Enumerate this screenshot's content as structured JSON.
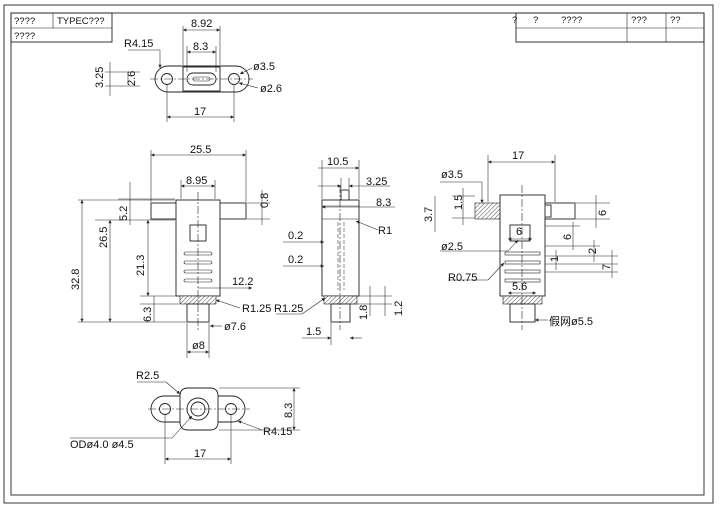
{
  "title_block": {
    "left_row1_col1": "????",
    "left_row1_col2": "TYPEC???",
    "left_row2_col1": "????",
    "right_cell1": "?",
    "right_cell2": "?",
    "right_cell3": "????",
    "right_cell4": "???",
    "right_cell5": "??"
  },
  "top_view": {
    "width_892": "8.92",
    "width_83": "8.3",
    "radius": "R4.15",
    "height_325": "3.25",
    "height_26": "2.6",
    "hole_35": "ø3.5",
    "hole_26": "ø2.6",
    "pitch_17": "17"
  },
  "front_view": {
    "width_255": "25.5",
    "width_895": "8.95",
    "flange_08": "0.8",
    "dim_52": "5.2",
    "dim_265": "26.5",
    "dim_328": "32.8",
    "dim_213": "21.3",
    "dim_63": "6.3",
    "dim_122": "12.2",
    "radius_125": "R1.25",
    "dia_76": "ø7.6",
    "dia_8": "ø8"
  },
  "side_view": {
    "dim_105": "10.5",
    "dim_325": "3.25",
    "dim_83": "8.3",
    "radius_1": "R1",
    "dim_02a": "0.2",
    "dim_02b": "0.2",
    "radius_125": "R1.25",
    "dim_15": "1.5",
    "dim_18": "1.8",
    "dim_12": "1.2"
  },
  "section_view": {
    "dim_17": "17",
    "dia_35": "ø3.5",
    "dim_15": "1.5",
    "dim_37": "3.7",
    "dim_6a": "6",
    "dim_6b": "6",
    "dim_6c": "6",
    "dia_25": "ø2.5",
    "dim_2": "2",
    "dim_1": "1",
    "dim_7": "7",
    "radius_075": "R0.75",
    "dim_56": "5.6",
    "fake_mesh": "假网ø5.5"
  },
  "bottom_view": {
    "radius_25": "R2.5",
    "dim_83": "8.3",
    "od_label": "ODø4.0  ø4.5",
    "radius_415": "R4.15",
    "pitch_17": "17"
  }
}
